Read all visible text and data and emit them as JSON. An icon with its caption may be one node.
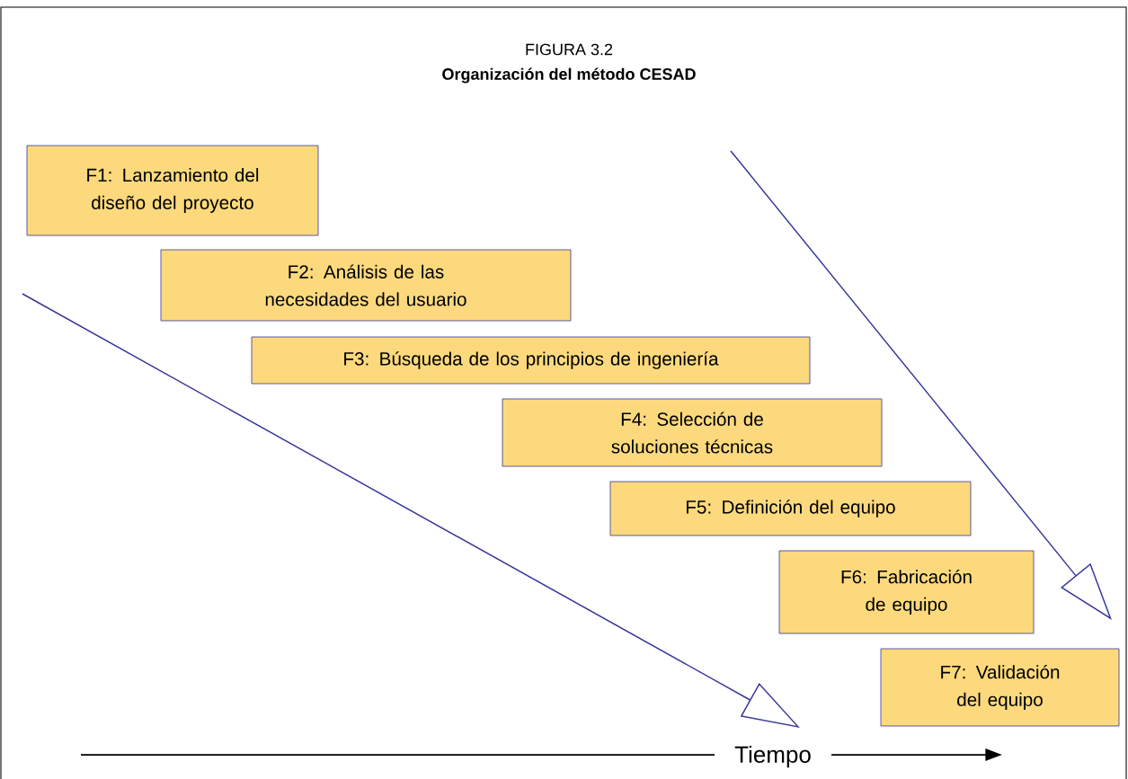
{
  "diagram": {
    "title": "Organización del método CESAD",
    "nodes": [
      {
        "text": [
          "F1: Lanzamiento del diseño del proyecto"
        ]
      },
      {
        "text": [
          "F2: Análisis de las necesidades del usuario"
        ]
      },
      {
        "text": [
          "F3: Búsqueda de los principios de ingeniería"
        ]
      },
      {
        "text": [
          "F4: Selección de soluciones técnicas"
        ]
      },
      {
        "text": [
          "F5: Definición del equipo"
        ]
      },
      {
        "text": [
          "F6: Fabricación de equipo"
        ]
      },
      {
        "text": [
          "F7: Validación del equipo"
        ]
      }
    ],
    "labels": [
      "FIGURA 3.2",
      "Tiempo"
    ]
  }
}
